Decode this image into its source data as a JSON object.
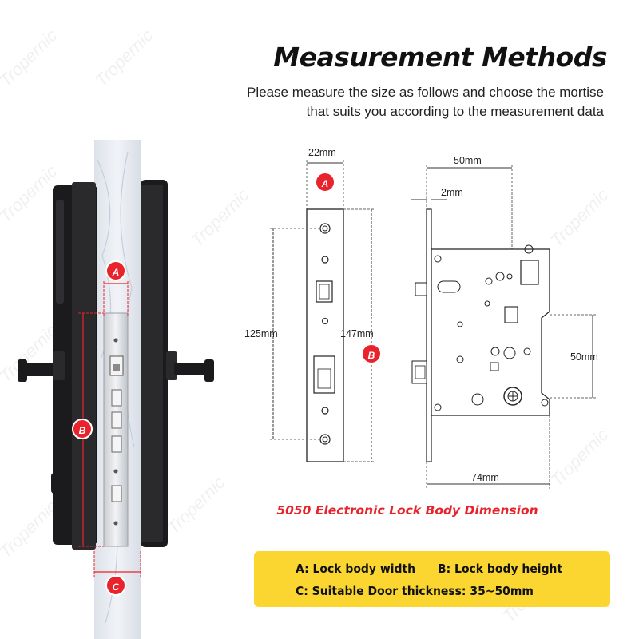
{
  "header": {
    "title": "Measurement Methods",
    "subtitle_line1": "Please measure the size as follows and choose the mortise",
    "subtitle_line2": "that suits you according to the measurement data"
  },
  "watermark": "Tropernic",
  "markers": {
    "a": "A",
    "b": "B",
    "c": "C"
  },
  "faceplate_dimensions": {
    "width": "22mm",
    "hole_spacing": "125mm",
    "height": "147mm"
  },
  "lockbody_dimensions": {
    "width": "50mm",
    "plate_thickness": "2mm",
    "spindle_spacing": "50mm",
    "depth": "74mm"
  },
  "caption": "5050 Electronic Lock Body Dimension",
  "legend": {
    "a": "A: Lock body width",
    "b": "B: Lock body height",
    "c": "C: Suitable Door thickness: 35~50mm"
  },
  "colors": {
    "accent": "#e8232b",
    "legend_bg": "#fbd530"
  }
}
